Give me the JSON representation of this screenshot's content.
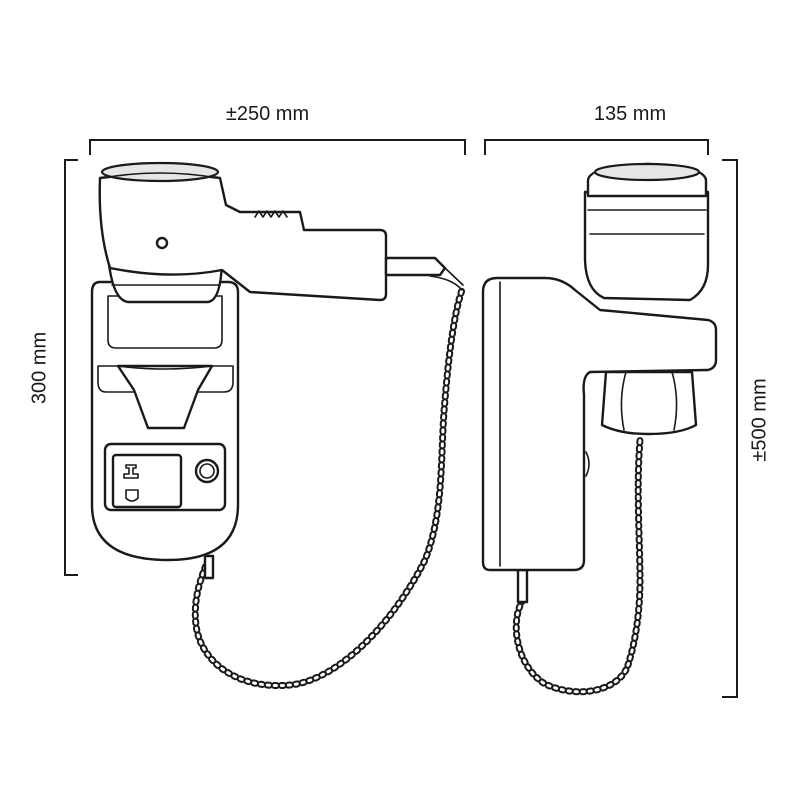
{
  "dimensions": {
    "width_front": "±250 mm",
    "depth_side": "135 mm",
    "height_holder": "300 mm",
    "height_total": "±500 mm"
  }
}
